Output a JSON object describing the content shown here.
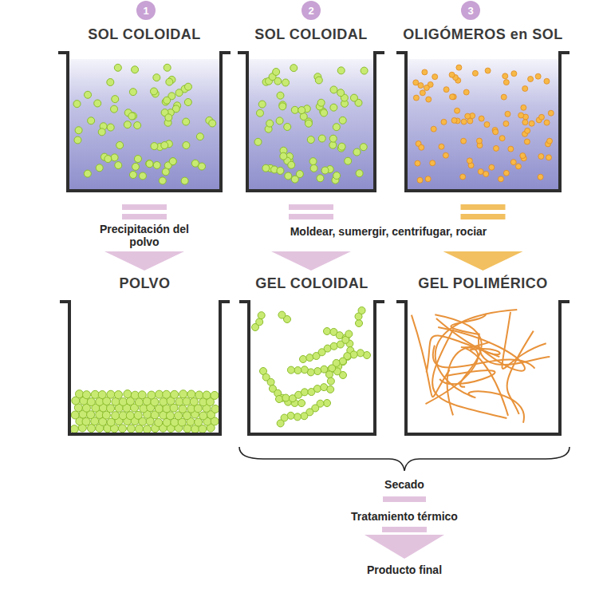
{
  "diagram": {
    "nodes": [
      {
        "text": [
          "1"
        ]
      },
      {
        "text": [
          "2"
        ]
      },
      {
        "text": [
          "3"
        ]
      },
      {
        "text": [
          "SOL COLOIDAL"
        ]
      },
      {
        "text": [
          "SOL COLOIDAL"
        ]
      },
      {
        "text": [
          "OLIGÓMEROS en SOL"
        ]
      },
      {
        "text": [
          "POLVO"
        ]
      },
      {
        "text": [
          "GEL COLOIDAL"
        ]
      },
      {
        "text": [
          "GEL POLIMÉRICO"
        ]
      }
    ],
    "edges": [
      {
        "from": 3,
        "to": 6,
        "label": "Precipitación del polvo",
        "arrow": "to"
      },
      {
        "from": 4,
        "to": 7,
        "arrow": "to"
      },
      {
        "from": 5,
        "to": 8,
        "arrow": "to"
      }
    ],
    "labels": [
      "Moldear, sumergir, centrifugar, rociar",
      "Secado",
      "Tratamiento térmico",
      "Producto final"
    ]
  }
}
